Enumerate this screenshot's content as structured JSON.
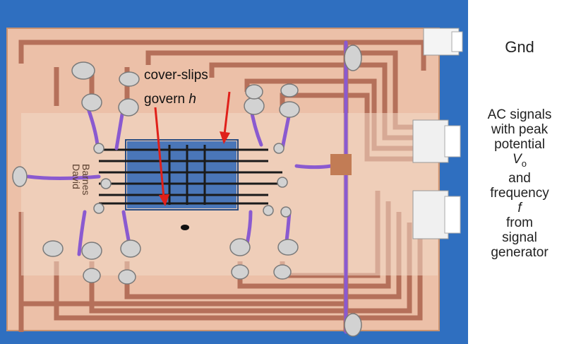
{
  "photo": {
    "annotation_line1": "cover-slips",
    "annotation_line2_prefix": "govern ",
    "annotation_line2_var": "h",
    "board_text_1": "David",
    "board_text_2": "Barnes"
  },
  "side_labels": {
    "gnd": "Gnd",
    "ac_line1": "AC signals",
    "ac_line2": "with peak",
    "ac_line3": "potential",
    "ac_var_v": "V",
    "ac_var_sub": "o",
    "ac_line5": "and",
    "ac_line6": "frequency",
    "ac_var_f": "f",
    "ac_line8": "from",
    "ac_line9": "signal",
    "ac_line10": "generator"
  },
  "colors": {
    "background_blue": "#2f6fc0",
    "copper_board": "#e8b49a",
    "copper_trace": "#b7745a",
    "electrode_blue": "#3d6fb0",
    "wire_purple": "#8a5ad0",
    "solder_silver": "#c8c8c8",
    "arrow_red": "#e0201a"
  }
}
